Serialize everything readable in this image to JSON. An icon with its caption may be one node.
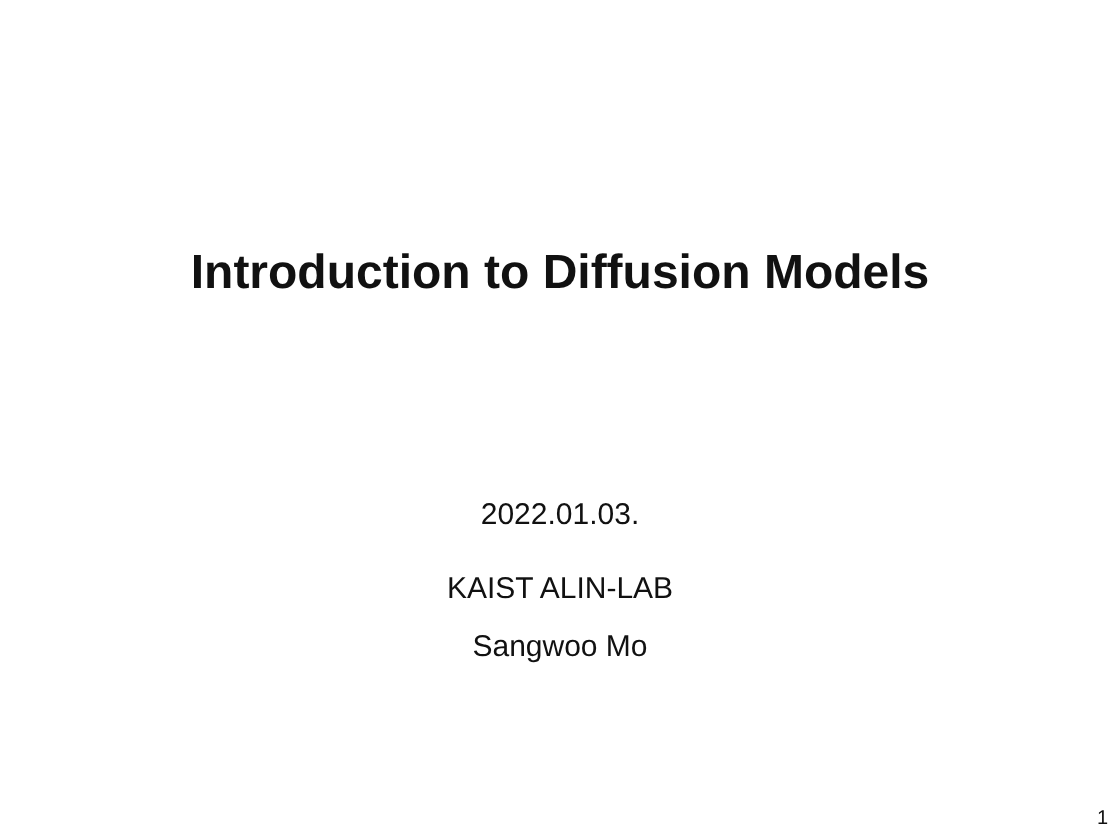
{
  "diagram": {
    "title": "Introduction to Diffusion Models",
    "labels": [
      "2022.01.03.",
      "KAIST ALIN-LAB",
      "Sangwoo Mo",
      "1"
    ]
  }
}
